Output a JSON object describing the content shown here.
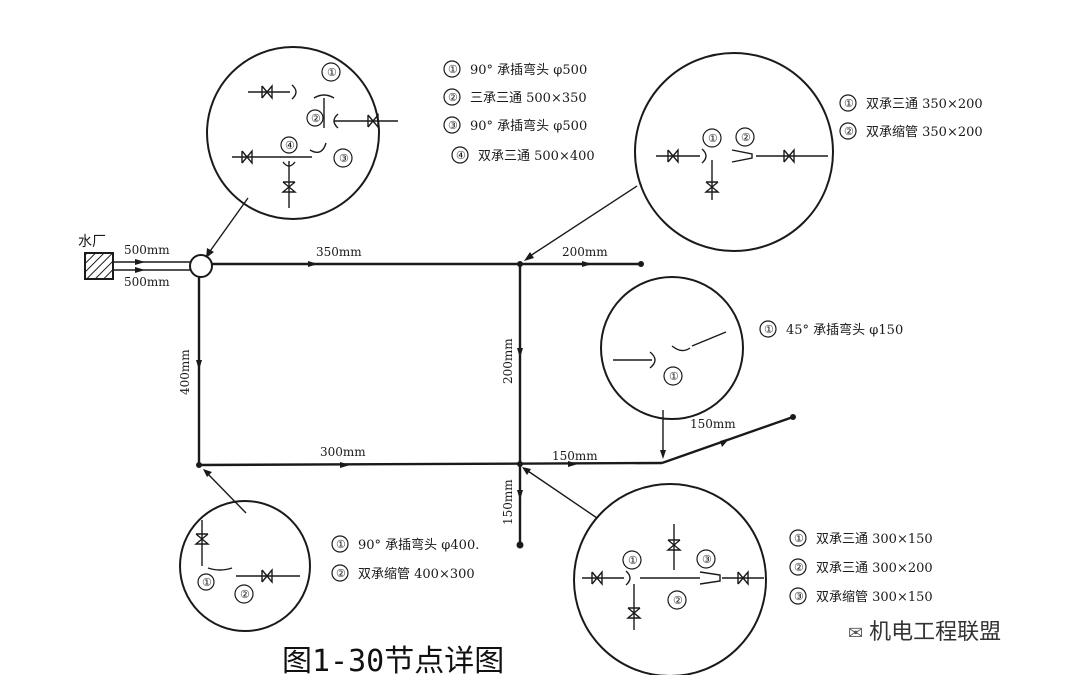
{
  "plant_label": "水厂",
  "pipes": {
    "inlet_top": "500mm",
    "inlet_bottom": "500mm",
    "top_main": "350mm",
    "top_right": "200mm",
    "left_vertical": "400mm",
    "middle_vertical": "200mm",
    "bottom_main": "300mm",
    "bottom_right": "150mm",
    "diagonal": "150mm",
    "bottom_down": "150mm"
  },
  "circle_numbers": {
    "one": "①",
    "two": "②",
    "three": "③",
    "four": "④"
  },
  "legends": {
    "node_a": [
      "90° 承插弯头 φ500",
      "三承三通 500×350",
      "90° 承插弯头 φ500",
      "双承三通 500×400"
    ],
    "node_b": [
      "双承三通 350×200",
      "双承缩管 350×200"
    ],
    "node_c": [
      "45° 承插弯头 φ150"
    ],
    "node_d": [
      "90° 承插弯头 φ400.",
      "双承缩管 400×300"
    ],
    "node_e": [
      "双承三通 300×150",
      "双承三通 300×200",
      "双承缩管 300×150"
    ]
  },
  "caption": "图1-30节点详图",
  "watermark": "机电工程联盟",
  "icons": [
    "wechat-icon"
  ]
}
